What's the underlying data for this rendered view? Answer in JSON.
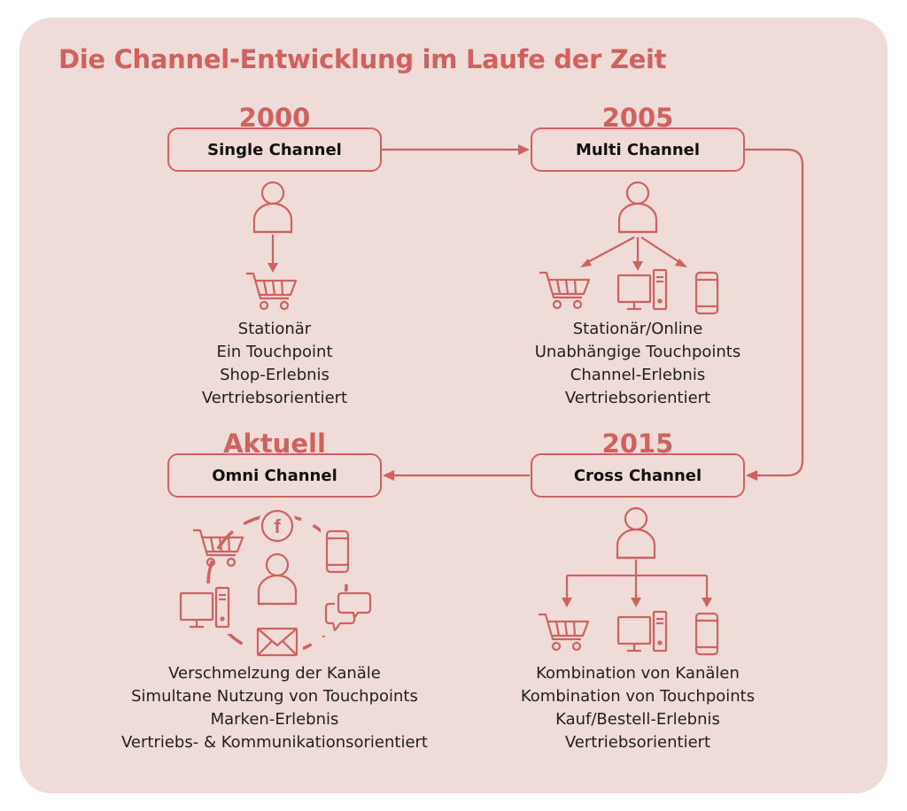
{
  "title": "Die Channel-Entwicklung im Laufe der Zeit",
  "stages": {
    "single": {
      "year": "2000",
      "name": "Single Channel",
      "lines": [
        "Stationär",
        "Ein Touchpoint",
        "Shop-Erlebnis",
        "Vertriebsorientiert"
      ]
    },
    "multi": {
      "year": "2005",
      "name": "Multi Channel",
      "lines": [
        "Stationär/Online",
        "Unabhängige Touchpoints",
        "Channel-Erlebnis",
        "Vertriebsorientiert"
      ]
    },
    "cross": {
      "year": "2015",
      "name": "Cross Channel",
      "lines": [
        "Kombination von Kanälen",
        "Kombination von Touchpoints",
        "Kauf/Bestell-Erlebnis",
        "Vertriebsorientiert"
      ]
    },
    "omni": {
      "year": "Aktuell",
      "name": "Omni Channel",
      "lines": [
        "Verschmelzung der Kanäle",
        "Simultane Nutzung von Touchpoints",
        "Marken-Erlebnis",
        "Vertriebs- & Kommunikationsorientiert"
      ]
    }
  },
  "colors": {
    "accent": "#d0615f",
    "background": "#efdcd8",
    "text": "#1f1f1f"
  },
  "icons": [
    "person-icon",
    "shopping-cart-icon",
    "desktop-computer-icon",
    "smartphone-icon",
    "facebook-icon",
    "chat-bubbles-icon",
    "mail-envelope-icon"
  ]
}
